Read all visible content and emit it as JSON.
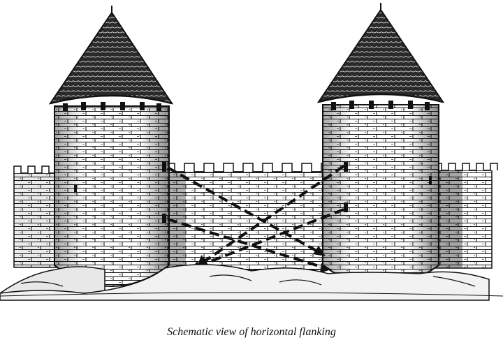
{
  "caption": "Schematic view of horizontal flanking",
  "colors": {
    "ink": "#111111",
    "paper": "#ffffff",
    "roof": "#2a2a2a"
  },
  "figure": {
    "towers": [
      {
        "name": "left-tower"
      },
      {
        "name": "right-tower"
      }
    ],
    "fire_lines": [
      {
        "name": "fire-line-left-upper-to-right-lower"
      },
      {
        "name": "fire-line-left-lower-to-right-lower"
      },
      {
        "name": "fire-line-right-upper-to-left-lower"
      },
      {
        "name": "fire-line-right-lower-to-left-lower"
      }
    ]
  }
}
